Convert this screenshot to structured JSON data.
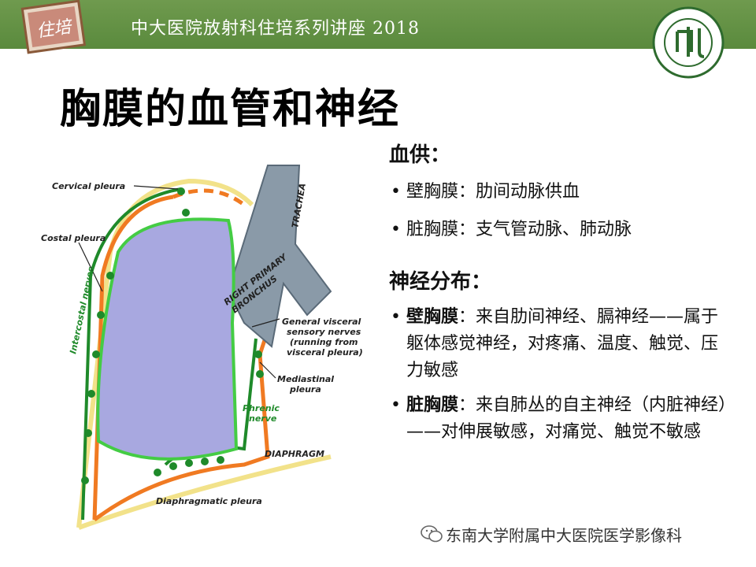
{
  "header": {
    "title": "中大医院放射科住培系列讲座 2018",
    "badge_text": "住培",
    "colors": {
      "band": "#5a8a3d",
      "badge": "#c98a7a"
    }
  },
  "logo": {
    "name": "seal-logo-icon",
    "mark": "中大"
  },
  "slide": {
    "title": "胸膜的血管和神经"
  },
  "figure": {
    "labels": {
      "cervical": "Cervical pleura",
      "costal": "Costal pleura",
      "intercostal": "Intercostal nerves",
      "trachea": "TRACHEA",
      "bronchus_1": "RIGHT PRIMARY",
      "bronchus_2": "BRONCHUS",
      "general_1": "General visceral",
      "general_2": "sensory nerves",
      "general_3": "(running from",
      "general_4": "visceral pleura)",
      "mediastinal_1": "Mediastinal",
      "mediastinal_2": "pleura",
      "phrenic_1": "Phrenic",
      "phrenic_2": "nerve",
      "diaphragm": "DIAPHRAGM",
      "diaphragmatic": "Diaphragmatic pleura"
    },
    "colors": {
      "lung": "#a8a8e0",
      "pleura_orange": "#f07a22",
      "nerve_green": "#1f8a2a",
      "visceral": "#44cc44",
      "trachea": "#8a9aa8",
      "yellow": "#f2e28a"
    }
  },
  "content": {
    "blood_heading": "血供：",
    "blood_items": [
      {
        "text": "壁胸膜：肋间动脉供血"
      },
      {
        "text": "脏胸膜：支气管动脉、肺动脉"
      }
    ],
    "nerve_heading": "神经分布：",
    "nerve_items": [
      {
        "term": "壁胸膜",
        "text": "：来自肋间神经、膈神经——属于躯体感觉神经，对疼痛、温度、触觉、压力敏感"
      },
      {
        "term": "脏胸膜",
        "text": "：来自肺丛的自主神经（内脏神经）——对伸展敏感，对痛觉、触觉不敏感"
      }
    ],
    "bullet": "•"
  },
  "footer": {
    "text": "东南大学附属中大医院医学影像科",
    "icon": "wechat-icon"
  }
}
